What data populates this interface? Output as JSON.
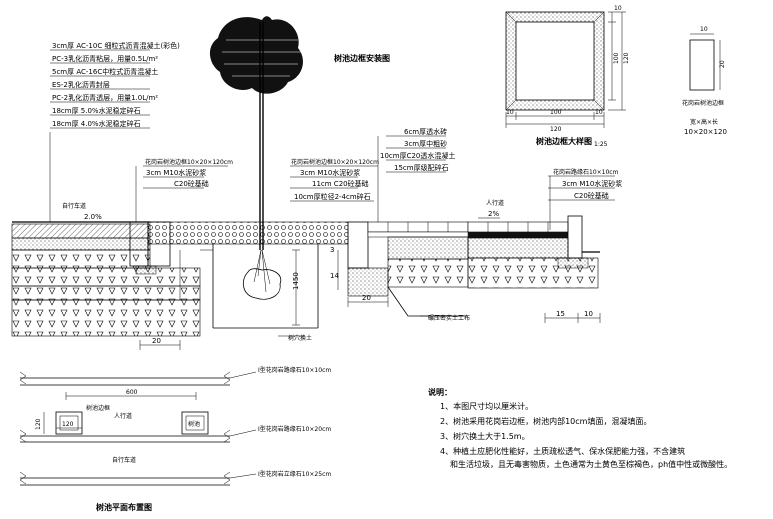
{
  "titles": {
    "section": "树池边框安装图",
    "detail": "树池边框大样图",
    "detail_scale": "1:25",
    "plan": "树池平面布置图",
    "curb_caption": "花岗岩树池边框",
    "curb_size_label": "宽×高×长",
    "curb_size": "10×20×120"
  },
  "pavement_layers": [
    "3cm厚 AC-10C 细粒式沥青混凝土(彩色)",
    "PC-3乳化沥青粘层，用量0.5L/m²",
    "5cm厚 AC-16C中粒式沥青混凝土",
    "ES-2乳化沥青封层",
    "PC-2乳化沥青透层，用量1.0L/m²",
    "18cm厚 5.0%水泥稳定碎石",
    "18cm厚 4.0%水泥稳定碎石"
  ],
  "section_labels": {
    "curb_left": "花岗岩树池边框10×20×120cm",
    "mortar_left": "3cm M10水泥砂浆",
    "c20_left": "C20砼基础",
    "road": "自行车道",
    "slope_left": "2.0%",
    "curb_mid": "花岗岩树池边框10×20×120cm",
    "mortar_mid": "3cm M10水泥砂浆",
    "c20_mid": "11cm C20砼基础",
    "gravel": "10cm厚粒径2-4cm碎石",
    "brick": "6cm厚透水砖",
    "sand": "3cm厚中粗砂",
    "c20_concrete": "10cm厚C20透水混凝土",
    "base_gravel": "15cm厚级配碎石",
    "curb_right": "花岗岩路缘石10×10cm",
    "mortar_right": "3cm M10水泥砂浆",
    "c20_right": "C20砼基础",
    "sidewalk": "人行道",
    "slope_right": "2%",
    "planting_soil": "树穴换土",
    "soil_base": "碾压密实土工布",
    "dim_20a": "20",
    "dim_20b": "20",
    "dim_14": "14",
    "dim_3": "3",
    "dim_1450": "1450",
    "dim_15": "15",
    "dim_10": "10"
  },
  "detail_dims": {
    "top_10": "10",
    "w_100": "100",
    "w_120": "120",
    "bottom_10a": "10",
    "bottom_100": "100",
    "bottom_10b": "10",
    "bottom_120": "120",
    "curb_w": "10",
    "curb_h": "20"
  },
  "plan_labels": {
    "line1": "I型花岗岩路缘石10×10cm",
    "line2": "I型花岗岩路缘石10×20cm",
    "line3": "I型花岗岩立缘石10×25cm",
    "dim_600": "600",
    "dim_120": "120",
    "dim_120b": "120",
    "tree_pit_a": "树池边框",
    "sidewalk": "人行道",
    "tree_pit_b": "树池",
    "bike_lane": "自行车道"
  },
  "notes": {
    "heading": "说明：",
    "items": [
      "1、本图尺寸均以厘米计。",
      "2、树池采用花岗岩边框，树池内部10cm填面，混凝填面。",
      "3、树穴换土大于1.5m。",
      "4、种植土应肥化性能好，土质疏松透气、保水保肥能力强，不含建筑",
      "和生活垃圾，且无毒害物质，土色通常为土黄色至棕褐色，ph值中性或微酸性。"
    ]
  }
}
